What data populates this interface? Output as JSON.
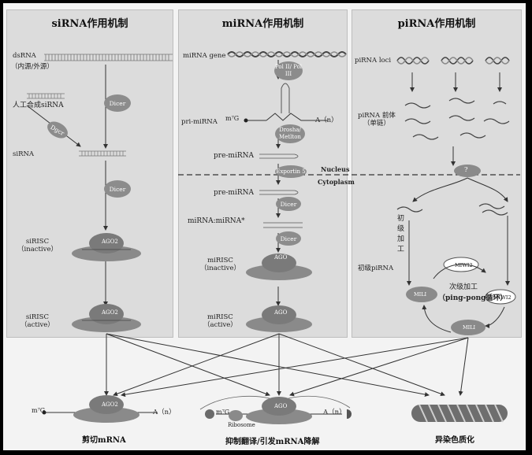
{
  "columns": {
    "sirna": {
      "title": "siRNA作用机制"
    },
    "mirna": {
      "title": "miRNA作用机制"
    },
    "pirna": {
      "title": "piRNA作用机制"
    }
  },
  "labels": {
    "dsrna": "dsRNA",
    "dsrna_source": "（内源/外源）",
    "synthetic_sirna": "人工合成siRNA",
    "sirna": "siRNA",
    "sirisc": "siRISC",
    "inactive": "（inactive）",
    "active": "（active）",
    "mirna_gene": "miRNA gene",
    "pri_mirna": "pri-miRNA",
    "m7g": "m⁷G",
    "polya": "A（n）",
    "pre_mirna": "pre-miRNA",
    "nucleus": "Nucleus",
    "cytoplasm": "Cytoplasm",
    "mirna_duplex": "miRNA:miRNA*",
    "mirisc": "miRISC",
    "pirna_loci": "piRNA loci",
    "pirna_precursor": "piRNA 前体",
    "single_strand": "（单链）",
    "unknown": "?",
    "primary_processing": "初级加工",
    "primary_pirna": "初级piRNA",
    "secondary_processing": "次级加工",
    "ping_pong": "（ping-pong循环）",
    "ribosome": "Ribosome"
  },
  "enzymes": {
    "dicer": "Dicer",
    "dgcr": "Dgcr",
    "ago2": "AGO2",
    "ago": "AGO",
    "pol": "Pol II/ Pol III",
    "drosha": "Drosha/ Metlton",
    "exportin": "Exportin 5",
    "miwi2": "MIWI2",
    "mili": "MILI"
  },
  "outcomes": {
    "cleavage": "剪切mRNA",
    "repression": "抑制翻译/引发mRNA降解",
    "heterochromatin": "异染色质化"
  }
}
